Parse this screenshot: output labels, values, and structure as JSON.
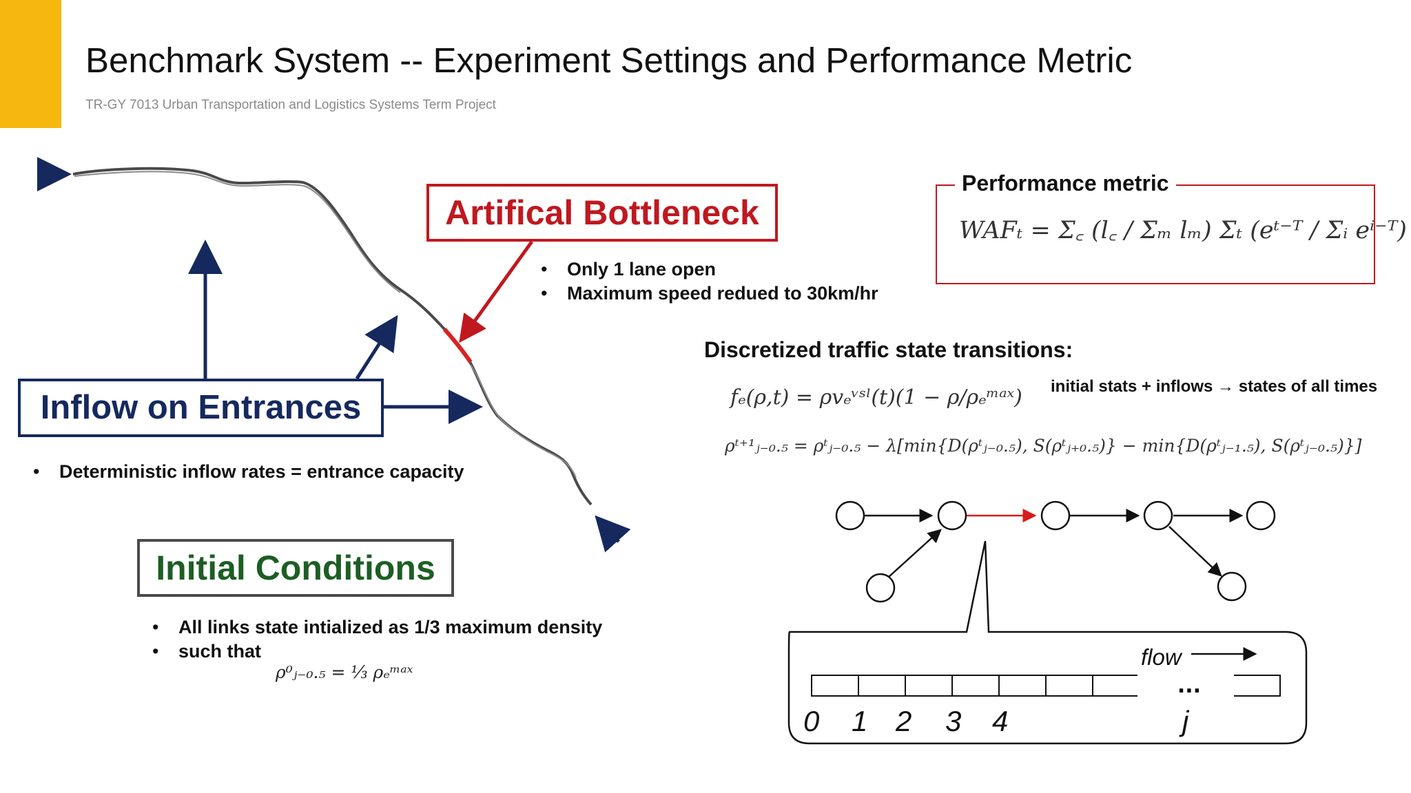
{
  "slide": {
    "title": "Benchmark System -- Experiment Settings and Performance Metric",
    "subtitle": "TR-GY 7013 Urban Transportation and Logistics Systems Term Project",
    "accent_color": "#f6b80f"
  },
  "bottleneck": {
    "label": "Artifical Bottleneck",
    "color": "#c0181f",
    "bullets": [
      "Only 1 lane open",
      "Maximum speed redued to 30km/hr"
    ]
  },
  "inflow": {
    "label": "Inflow on Entrances",
    "color": "#15295e",
    "bullets": [
      "Deterministic inflow rates = entrance capacity"
    ]
  },
  "initial": {
    "label": "Initial Conditions",
    "color": "#1d5e24",
    "bullets": [
      "All links state intialized as 1/3 maximum density",
      "such that"
    ],
    "equation": "ρ⁰ⱼ₋₀.₅ = ⅓ ρₑᵐᵃˣ"
  },
  "performance": {
    "label": "Performance metric",
    "formula": "WAFₜ = Σ꜀ (l꜀ / Σₘ lₘ) Σₜ (eᵗ⁻ᵀ / Σᵢ eⁱ⁻ᵀ) fₑ(ρ, t)"
  },
  "transitions": {
    "title": "Discretized traffic state transitions:",
    "equation1": "fₑ(ρ,t) = ρvₑᵛˢˡ(t)(1 − ρ/ρₑᵐᵃˣ)",
    "equation2": "ρᵗ⁺¹ⱼ₋₀.₅ = ρᵗⱼ₋₀.₅ − λ[min{D(ρᵗⱼ₋₀.₅), S(ρᵗⱼ₊₀.₅)} − min{D(ρᵗⱼ₋₁.₅), S(ρᵗⱼ₋₀.₅)}]",
    "note": "initial stats + inflows → states of all times"
  },
  "cells": {
    "flow_label": "flow",
    "indices": [
      "0",
      "1",
      "2",
      "3",
      "4",
      "j"
    ],
    "ellipsis": "..."
  }
}
